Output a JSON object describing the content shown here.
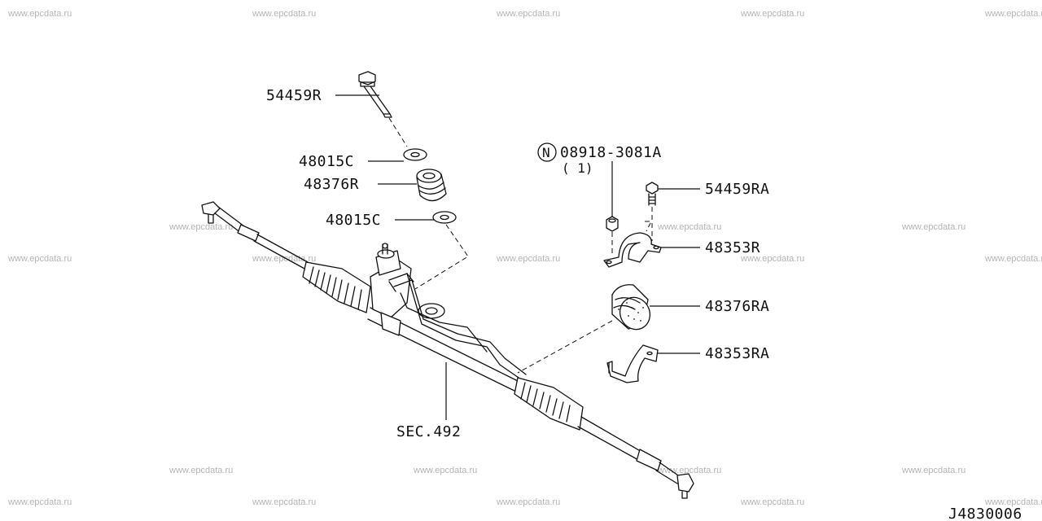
{
  "watermark": "www.epcdata.ru",
  "labels": {
    "bolt_upper": "54459R",
    "washer_upper": "48015C",
    "bushing_upper": "48376R",
    "washer_lower": "48015C",
    "nut_code": "08918-3081A",
    "nut_qty": "( 1)",
    "nut_symbol": "N",
    "bolt_right": "54459RA",
    "clamp_upper": "48353R",
    "bushing_right": "48376RA",
    "clamp_lower": "48353RA",
    "section_ref": "SEC.492"
  },
  "diagram_id": "J4830006"
}
